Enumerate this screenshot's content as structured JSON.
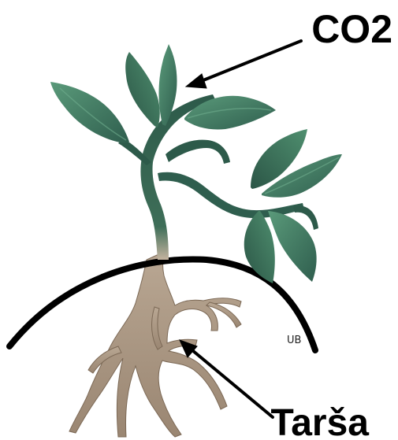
{
  "diagram": {
    "labels": {
      "top_right": "CO2",
      "bottom_right": "Tarša"
    },
    "signature": "UB",
    "colors": {
      "leaf_dark": "#2f5e4e",
      "leaf_light": "#4a8a6c",
      "stem": "#2d5a4a",
      "root_light": "#cdbba7",
      "root_dark": "#8e7a66",
      "ground_line": "#000000"
    }
  }
}
